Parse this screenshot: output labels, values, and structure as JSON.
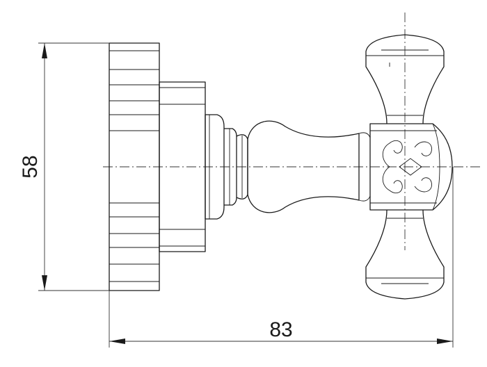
{
  "drawing": {
    "dimensions": [
      {
        "id": "height",
        "value": "58"
      },
      {
        "id": "depth",
        "value": "83"
      }
    ]
  }
}
